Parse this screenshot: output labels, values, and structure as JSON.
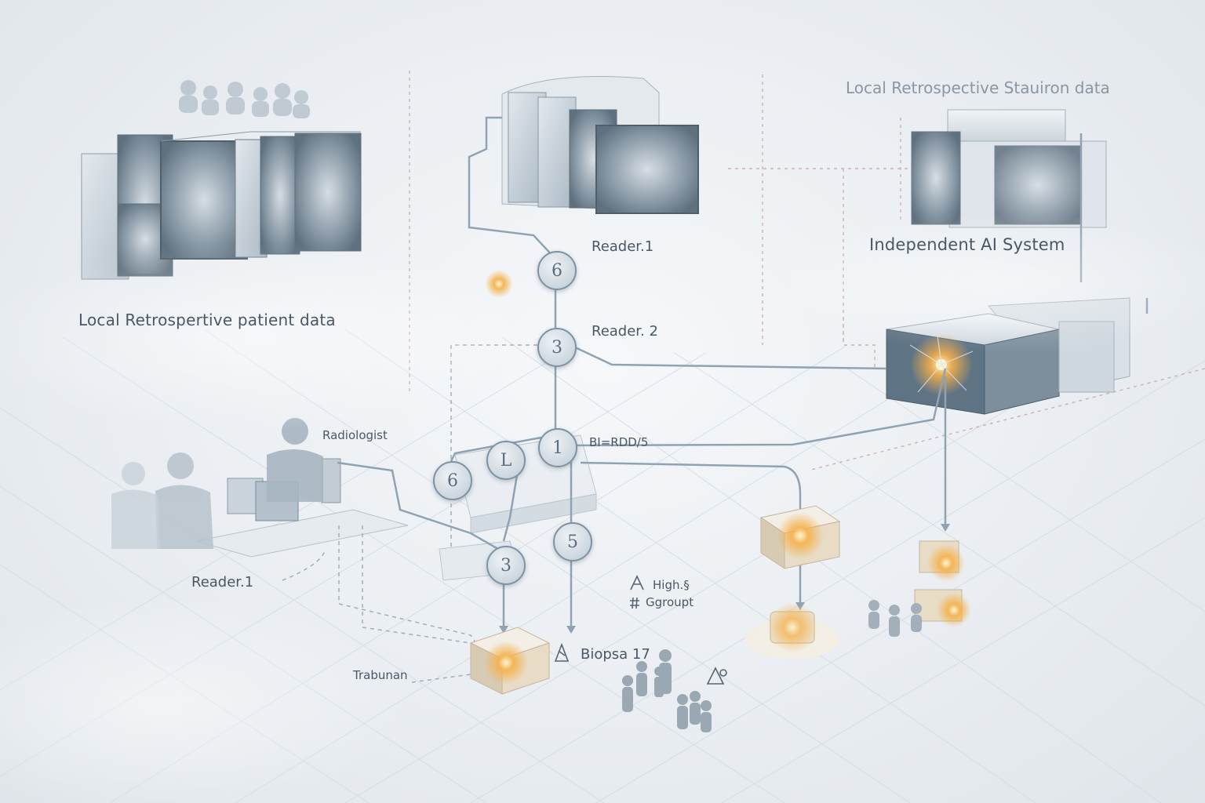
{
  "labels": {
    "local_patient_data": "Local Retrospertive patient data",
    "local_station_data": "Local Retrospective Stauiron data",
    "independent_ai": "Independent AI System",
    "reader1_top": "Reader.1",
    "reader2": "Reader. 2",
    "radiologist": "Radiologist",
    "birads": "BI=RDD/5",
    "reader1_bottom": "Reader.1",
    "high": "High.§",
    "group": "Ggroupt",
    "biopsy": "Biopsa 17",
    "trabunan": "Trabunan"
  },
  "nodes": {
    "n_top6": "6",
    "n_mid3": "3",
    "n_l": "L",
    "n_1": "1",
    "n_left6": "6",
    "n_5": "5",
    "n_low3": "3"
  },
  "colors": {
    "line": "#8fa3b3",
    "dashed_red": "#c49a9a",
    "glow": "#f5b04a",
    "panel": "#c9d3db"
  }
}
